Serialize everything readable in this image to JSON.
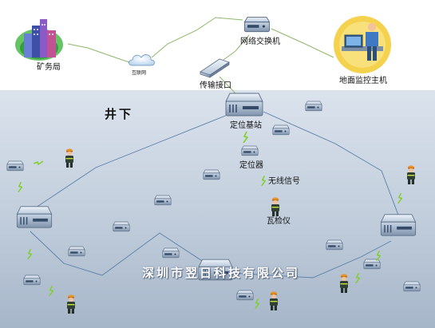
{
  "labels": {
    "mine_bureau": "矿务局",
    "internet": "互联网",
    "network_switch": "网络交换机",
    "surface_host": "地面监控主机",
    "transmission_interface": "传输接口",
    "underground": "井下",
    "base_station": "定位基站",
    "locator": "定位器",
    "wireless_signal": "无线信号",
    "gas_detector": "瓦检仪",
    "company": "深圳市翌日科技有限公司"
  },
  "colors": {
    "surface_background": "#ffffff",
    "underground_top": "#d6dfea",
    "underground_bottom": "#a9b9cc",
    "link_line": "#5b7fa6",
    "surface_line": "#8db86a"
  }
}
